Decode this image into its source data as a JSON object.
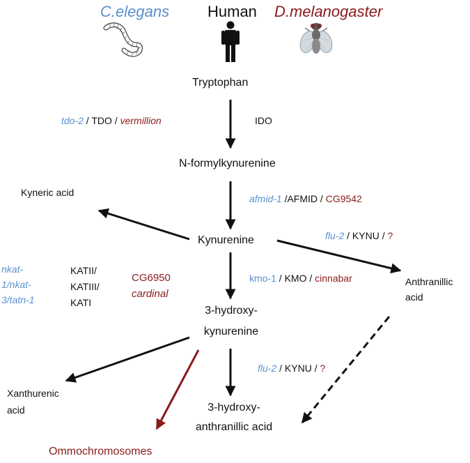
{
  "species": {
    "celegans": "C.elegans",
    "human": "Human",
    "dmel": "D.melanogaster"
  },
  "icons": [
    "worm-icon",
    "human-icon",
    "fly-icon"
  ],
  "colors": {
    "celegans": "#5b8fcd",
    "dmel": "#8b1a1a",
    "human": "#111111"
  },
  "nodes": {
    "tryptophan": "Tryptophan",
    "nfk": "N-formylkynurenine",
    "kynurenine": "Kynurenine",
    "kyneric": "Kyneric acid",
    "anthranillic_1": "Anthranillic",
    "anthranillic_2": "acid",
    "hk_1": "3-hydroxy-",
    "hk_2": "kynurenine",
    "xanth_1": "Xanthurenic",
    "xanth_2": "acid",
    "haa_1": "3-hydroxy-",
    "haa_2": "anthranillic acid",
    "ommo": "Ommochromosomes"
  },
  "enzymes": {
    "tdo": {
      "ce": "tdo-2",
      "sep1": " / ",
      "hs": "TDO",
      "sep2": " / ",
      "dm": "vermillion"
    },
    "ido": "IDO",
    "afmid": {
      "ce": "afmid-1",
      "sep1": " /",
      "hs": "AFMID",
      "sep2": " / ",
      "dm": "CG9542"
    },
    "kynu_top": {
      "ce": "flu-2",
      "sep1": " / ",
      "hs": "KYNU",
      "sep2": " / ",
      "dm": "?"
    },
    "kmo": {
      "ce": "kmo-1",
      "sep1": " / ",
      "hs": "KMO",
      "sep2": " / ",
      "dm": "cinnabar"
    },
    "kynu_bottom": {
      "ce": "flu-2",
      "sep1": " / ",
      "hs": "KYNU",
      "sep2": " / ",
      "dm": "?"
    },
    "kat_ce": [
      "nkat-",
      "1/nkat-",
      "3/tatn-1"
    ],
    "kat_hs": [
      "KATII/",
      "KATIII/",
      "KATI"
    ],
    "kat_dm": [
      "CG6950",
      "cardinal"
    ]
  }
}
